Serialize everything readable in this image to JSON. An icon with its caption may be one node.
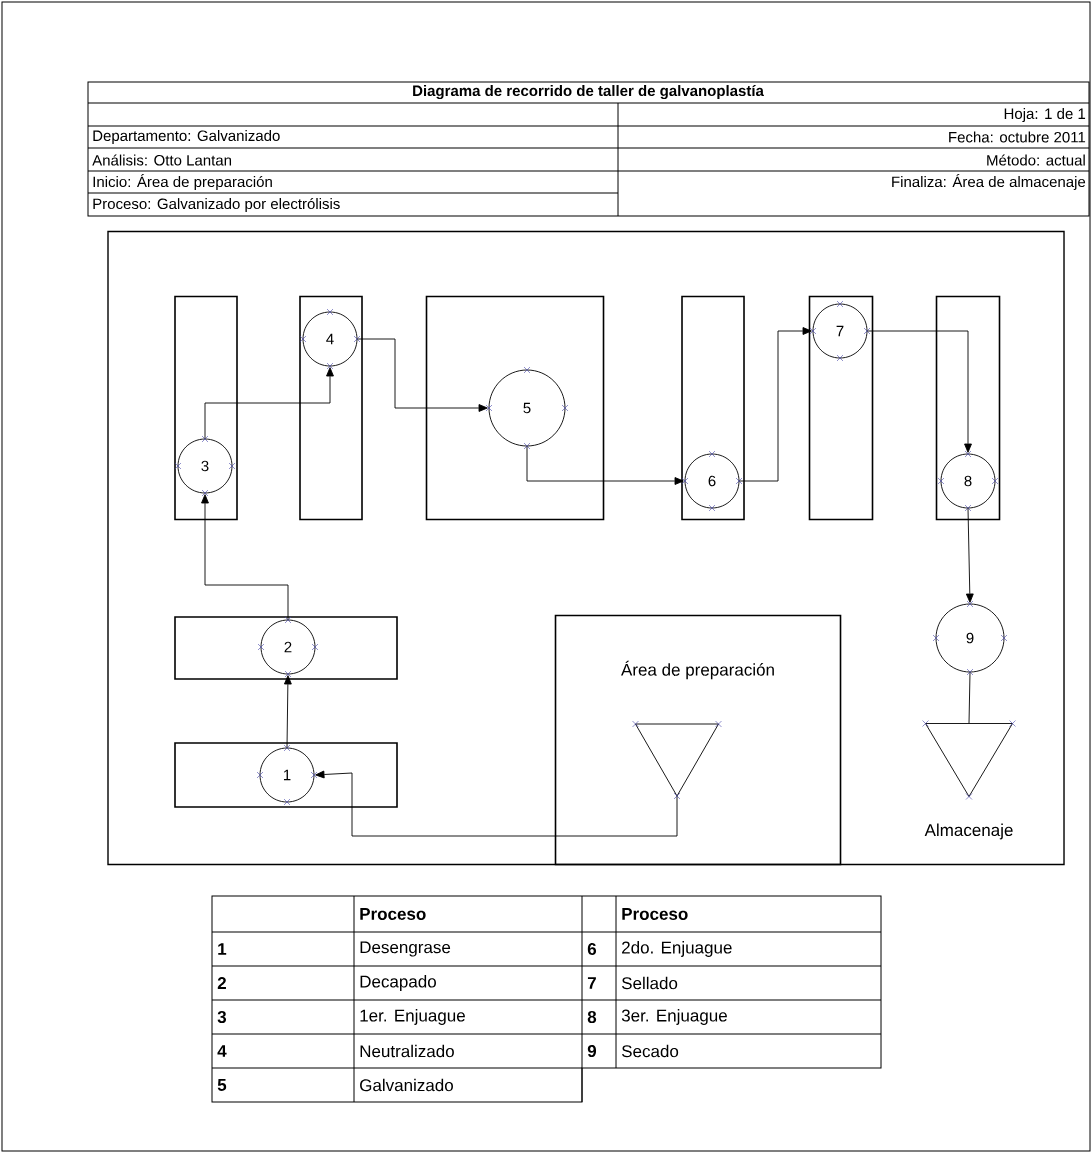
{
  "diagram": {
    "title": "Diagrama de recorrido de taller de galvanoplastía",
    "nodes": [
      {
        "text": [],
        "shape": "box"
      },
      {
        "text": [],
        "shape": "box",
        "in": 0
      },
      {
        "text": [
          "3"
        ],
        "in": 1
      },
      {
        "text": [],
        "shape": "box",
        "in": 0
      },
      {
        "text": [
          "4"
        ],
        "in": 3
      },
      {
        "text": [],
        "shape": "box",
        "in": 0
      },
      {
        "text": [
          "5"
        ],
        "in": 5
      },
      {
        "text": [],
        "shape": "box",
        "in": 0
      },
      {
        "text": [
          "6"
        ],
        "in": 7
      },
      {
        "text": [],
        "shape": "box",
        "in": 0
      },
      {
        "text": [
          "7"
        ],
        "in": 9
      },
      {
        "text": [],
        "shape": "box",
        "in": 0
      },
      {
        "text": [
          "8"
        ],
        "in": 11
      },
      {
        "text": [],
        "shape": "box",
        "in": 0
      },
      {
        "text": [
          "2"
        ],
        "in": 13
      },
      {
        "text": [
          "9"
        ],
        "in": 0
      },
      {
        "text": [
          "Área de preparación"
        ],
        "in": 0
      },
      {
        "text": [],
        "shape": "triangle",
        "in": 16
      },
      {
        "text": [],
        "shape": "box",
        "in": 0
      },
      {
        "text": [
          "1"
        ],
        "in": 18
      },
      {
        "text": [],
        "shape": "triangle",
        "beside": [
          "Almacenaje"
        ],
        "in": 0
      }
    ],
    "edges": [
      {
        "from": 17,
        "to": 19,
        "arrow": "to"
      },
      {
        "from": 19,
        "to": 14,
        "arrow": "to"
      },
      {
        "from": 14,
        "to": 2,
        "arrow": "to"
      },
      {
        "from": 2,
        "to": 4,
        "arrow": "to"
      },
      {
        "from": 4,
        "to": 6,
        "arrow": "to"
      },
      {
        "from": 6,
        "to": 8,
        "arrow": "to"
      },
      {
        "from": 8,
        "to": 10,
        "arrow": "to"
      },
      {
        "from": 10,
        "to": 12,
        "arrow": "to"
      },
      {
        "from": 12,
        "to": 15,
        "arrow": "to"
      },
      {
        "from": 15,
        "to": 20,
        "arrow": "none"
      }
    ],
    "labels": [
      "Hoja: 1 de 1",
      "Departamento: Galvanizado",
      "Fecha: octubre 2011",
      "Análisis: Otto Lantan",
      "Método: actual",
      "Inicio: Área de preparación",
      "Finaliza: Área de almacenaje",
      "Proceso: Galvanizado por electrólisis",
      "Proceso",
      "Proceso",
      "1",
      "Desengrase",
      "6",
      "2do. Enjuague",
      "2",
      "Decapado",
      "7",
      "Sellado",
      "3",
      "1er. Enjuague",
      "8",
      "3er. Enjuague",
      "4",
      "Neutralizado",
      "9",
      "Secado",
      "5",
      "Galvanizado"
    ]
  }
}
